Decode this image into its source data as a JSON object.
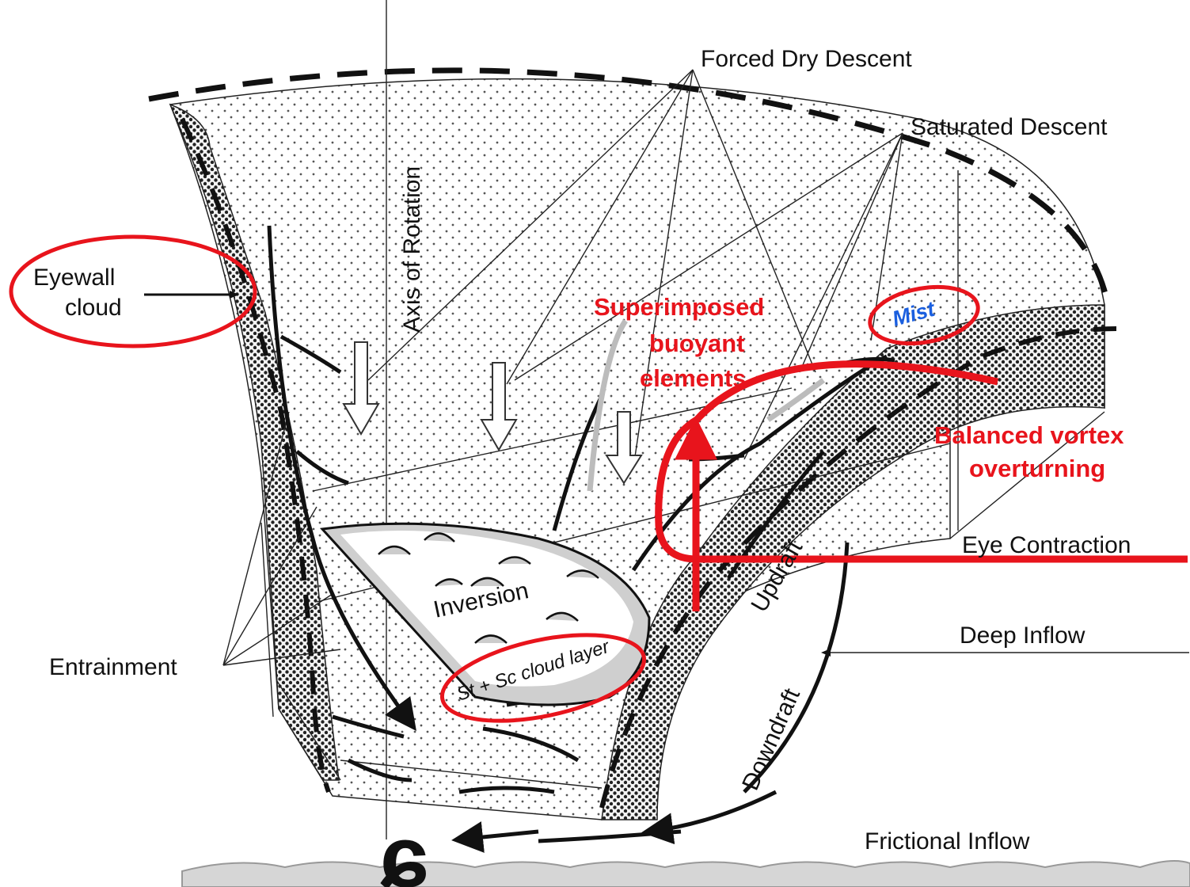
{
  "labels": {
    "forced_dry_descent": "Forced Dry Descent",
    "saturated_descent": "Saturated Descent",
    "axis_of_rotation": "Axis of Rotation",
    "eyewall_line1": "Eyewall",
    "eyewall_line2": "cloud",
    "superimposed_line1": "Superimposed",
    "superimposed_line2": "buoyant",
    "superimposed_line3": "elements",
    "mist": "Mist",
    "balanced_line1": "Balanced vortex",
    "balanced_line2": "overturning",
    "eye_contraction": "Eye Contraction",
    "updraft": "Updraft",
    "inversion": "Inversion",
    "deep_inflow": "Deep Inflow",
    "entrainment": "Entrainment",
    "st_sc": "St + Sc cloud layer",
    "downdraft": "Downdraft",
    "frictional_inflow": "Frictional Inflow"
  },
  "colors": {
    "annotation_red": "#e8141c",
    "mist_blue": "#1a5fe0",
    "line_black": "#111111",
    "inversion_gray": "#cfcfcf"
  }
}
